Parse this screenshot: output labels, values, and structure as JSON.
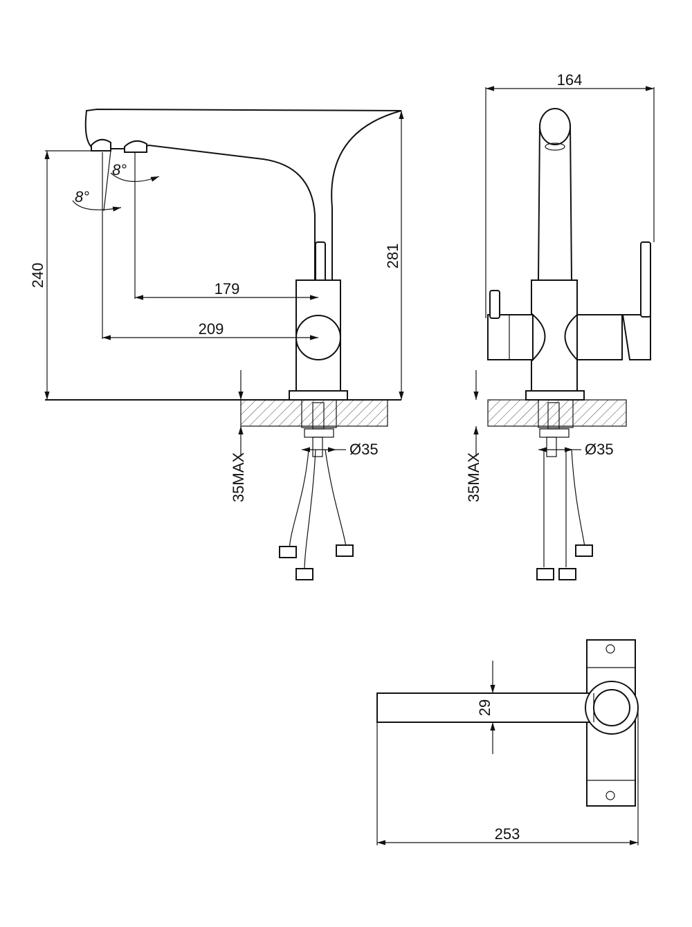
{
  "dimensions": {
    "height_240": "240",
    "height_281": "281",
    "reach_179": "179",
    "reach_209": "209",
    "angle_1": "8°",
    "angle_2": "8°",
    "max_thickness_left": "35MAX",
    "hole_diameter_left": "Ø35",
    "width_164": "164",
    "max_thickness_right": "35MAX",
    "hole_diameter_right": "Ø35",
    "spout_width_29": "29",
    "length_253": "253"
  },
  "colors": {
    "line": "#111111",
    "background": "#ffffff"
  }
}
